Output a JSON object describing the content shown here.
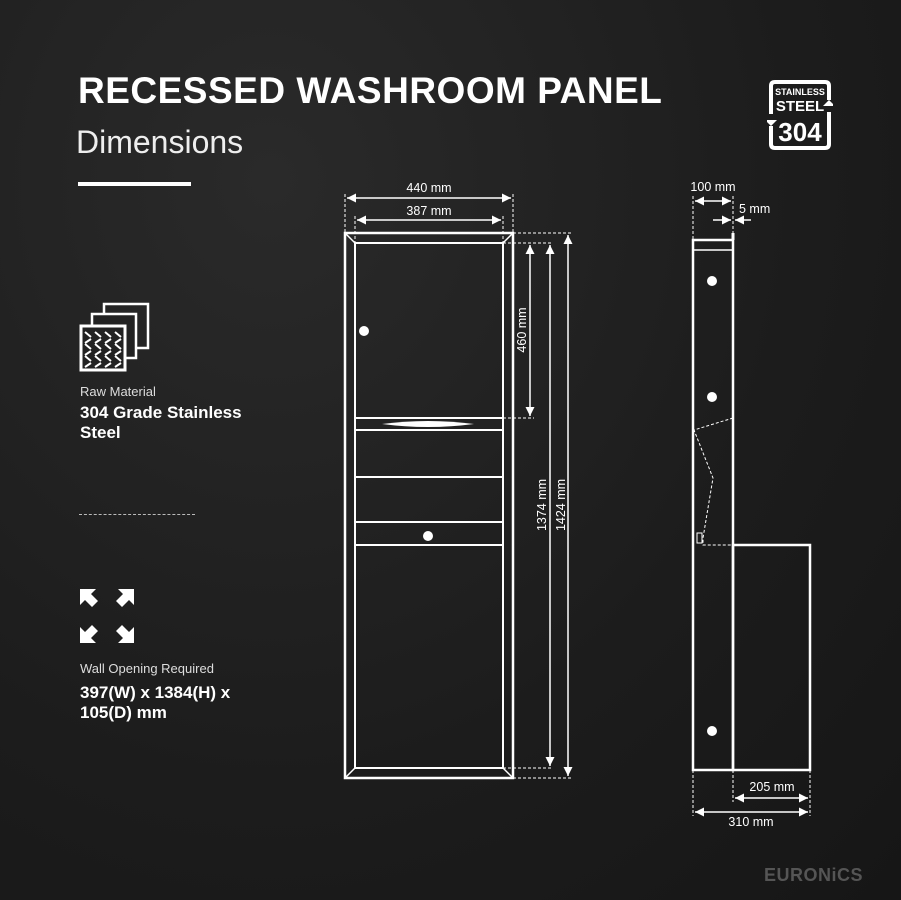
{
  "header": {
    "title": "RECESSED WASHROOM PANEL",
    "subtitle": "Dimensions"
  },
  "badge": {
    "line1": "STAINLESS",
    "line2": "STEEL",
    "line3": "304"
  },
  "specs": [
    {
      "icon": "stainless-sheets-icon",
      "label": "Raw Material",
      "value_line1": "304 Grade Stainless",
      "value_line2": "Steel"
    },
    {
      "icon": "expand-arrows-icon",
      "label": "Wall Opening Required",
      "value_line1": "397(W) x 1384(H) x",
      "value_line2": "105(D) mm"
    }
  ],
  "front_view": {
    "width_outer": "440 mm",
    "width_inner": "387 mm",
    "h_upper": "460 mm",
    "h_inner": "1374 mm",
    "h_outer": "1424 mm"
  },
  "side_view": {
    "depth": "100 mm",
    "flange": "5 mm",
    "bin_depth": "205 mm",
    "total_depth": "310 mm"
  },
  "brand": "EURONiCS"
}
